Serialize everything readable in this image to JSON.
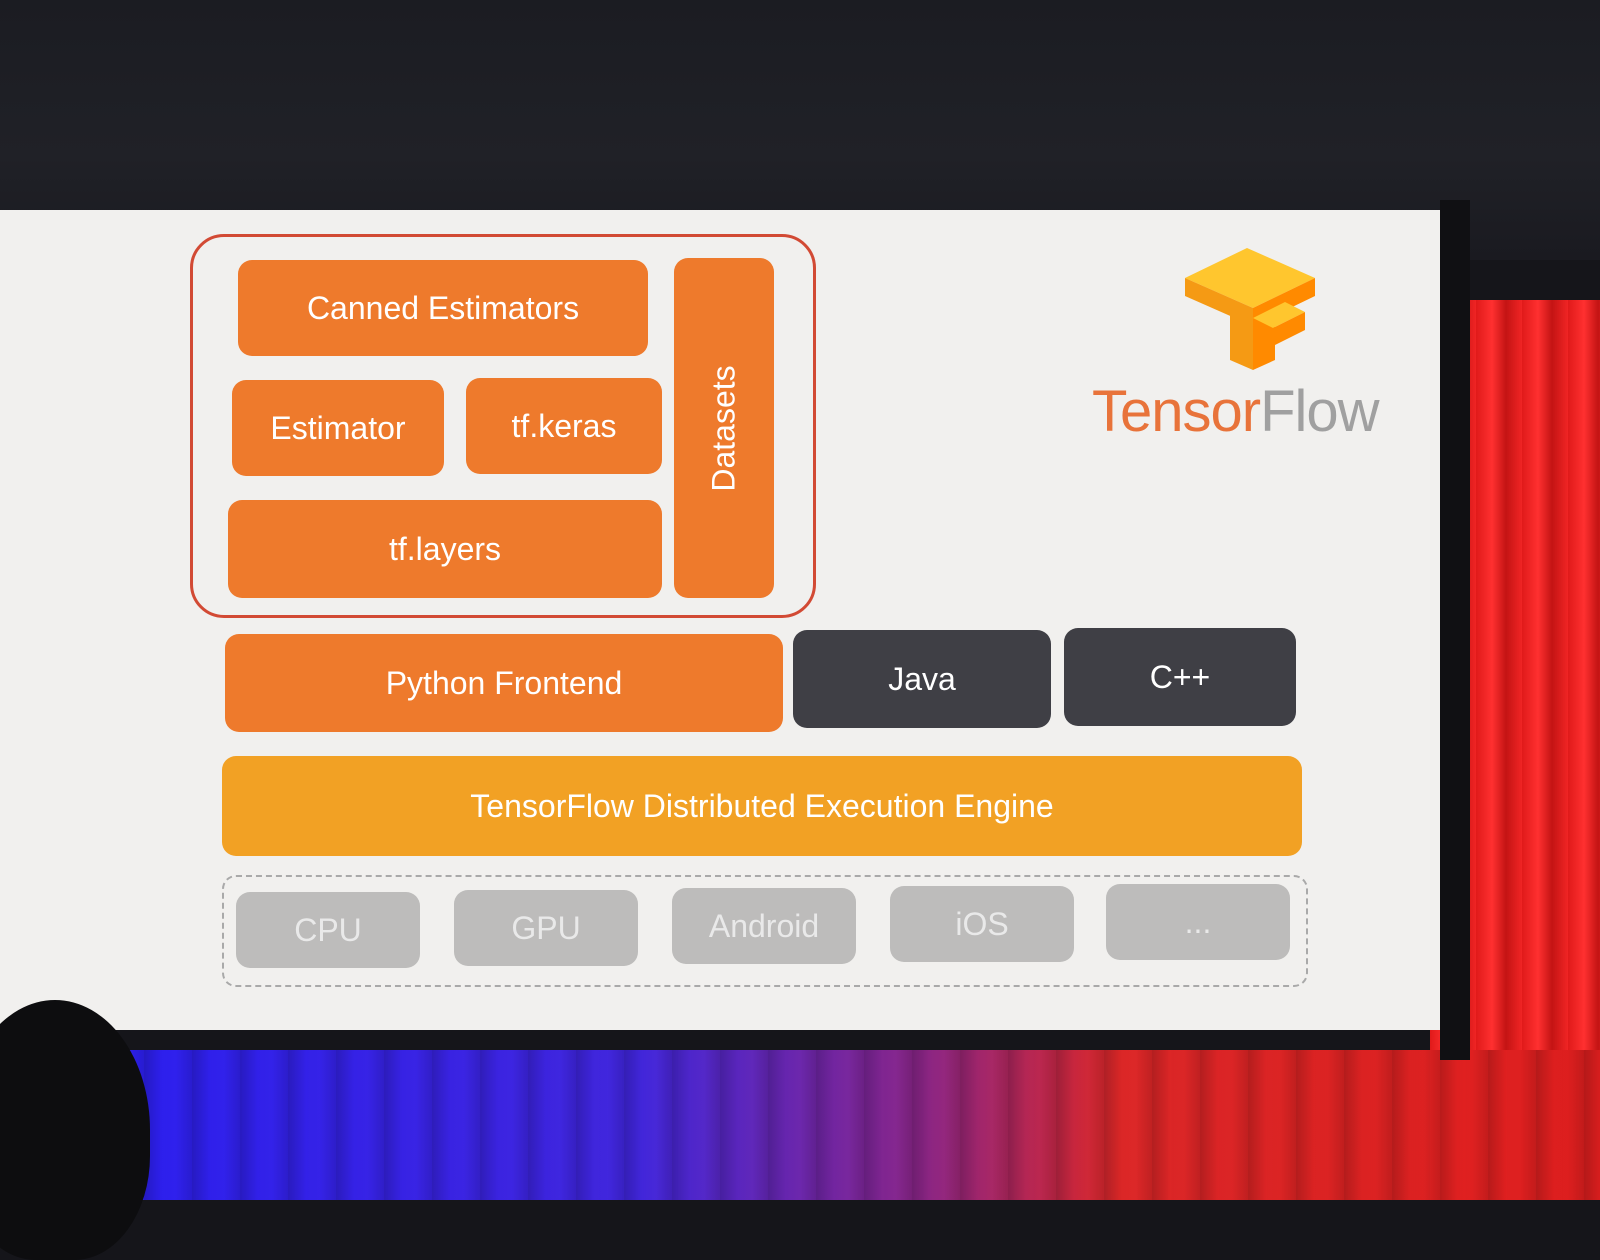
{
  "slide": {
    "stack": {
      "canned_estimators": "Canned Estimators",
      "estimator": "Estimator",
      "tf_keras": "tf.keras",
      "tf_layers": "tf.layers",
      "datasets": "Datasets",
      "python_frontend": "Python Frontend",
      "java": "Java",
      "cpp": "C++",
      "engine": "TensorFlow Distributed Execution Engine"
    },
    "platforms": [
      "CPU",
      "GPU",
      "Android",
      "iOS",
      "..."
    ],
    "logo": {
      "word_part1": "Tensor",
      "word_part2": "Flow",
      "icon": "tensorflow-logo-icon"
    }
  },
  "colors": {
    "orange": "#ee7a2c",
    "dark": "#3f3f45",
    "engine": "#f2a124",
    "platform_gray": "#bdbcbb",
    "outline_red": "#d24a34",
    "logo_orange": "#e8733a",
    "logo_gray": "#a0a0a0"
  }
}
